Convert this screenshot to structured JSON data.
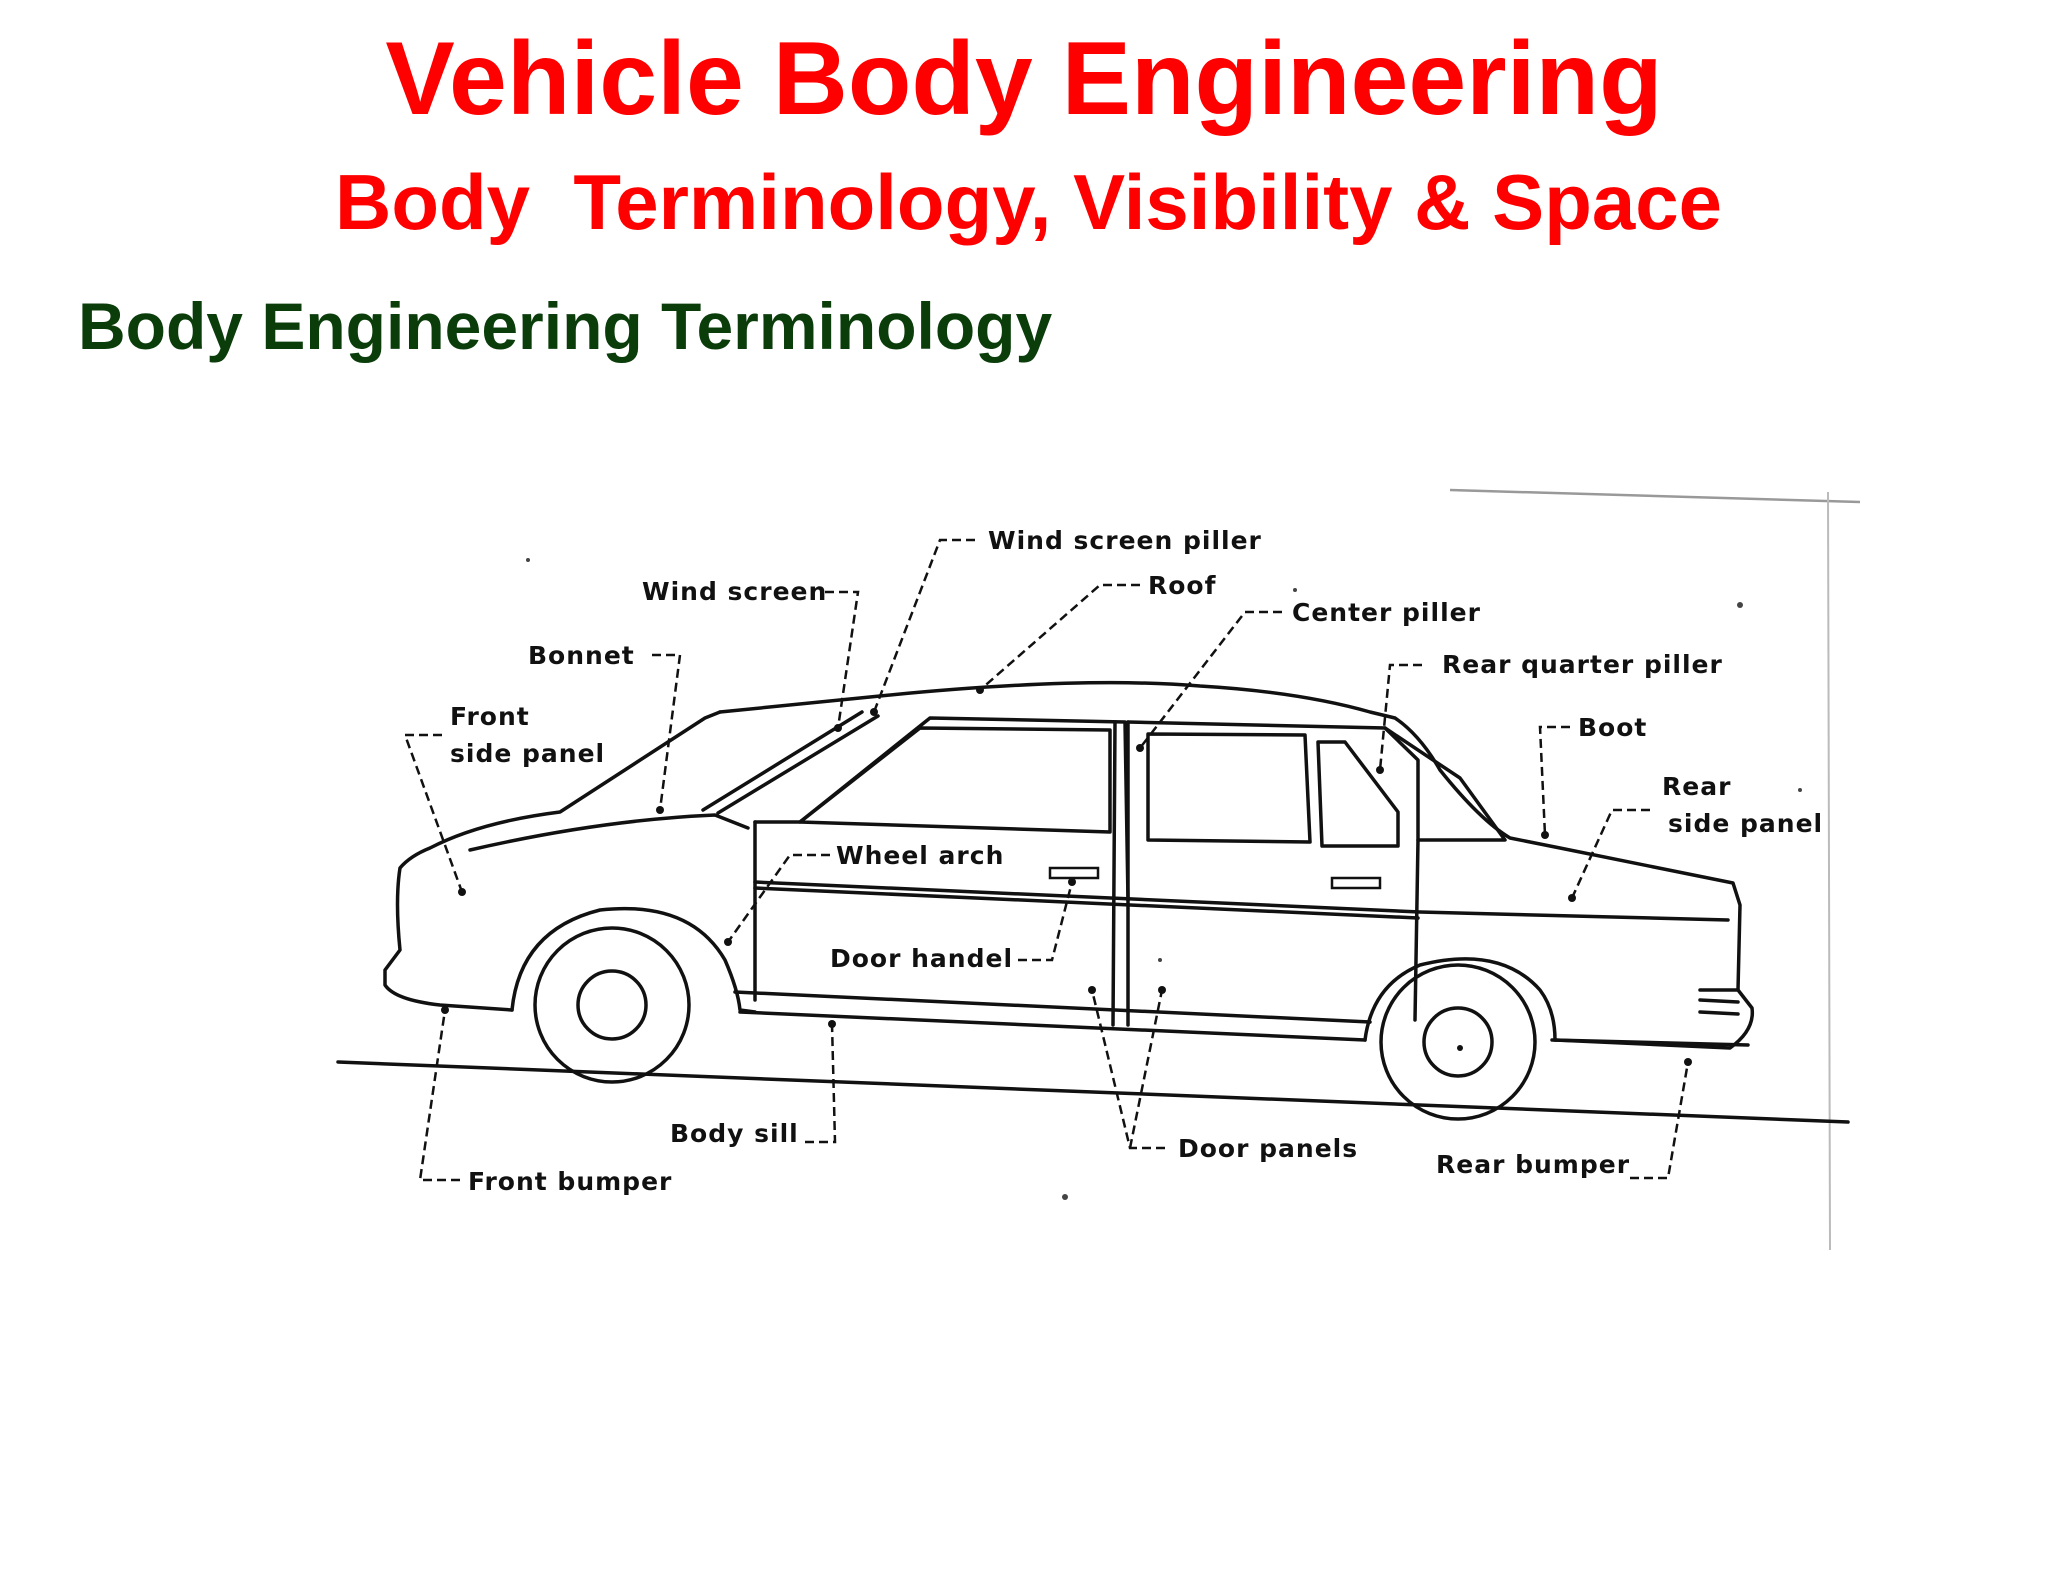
{
  "slide": {
    "title": "Vehicle Body Engineering",
    "subtitle": "Body  Terminology, Visibility & Space",
    "section_heading": "Body Engineering Terminology"
  },
  "diagram": {
    "labels": {
      "wind_screen_piller": "Wind screen piller",
      "roof": "Roof",
      "wind_screen": "Wind screen",
      "center_piller": "Center piller",
      "bonnet": "Bonnet",
      "rear_quarter_piller": "Rear quarter piller",
      "front_side_panel_1": "Front",
      "front_side_panel_2": "side panel",
      "boot": "Boot",
      "rear_side_panel_1": "Rear",
      "rear_side_panel_2": "side panel",
      "wheel_arch": "Wheel arch",
      "door_handel": "Door handel",
      "body_sill": "Body sill",
      "door_panels": "Door panels",
      "rear_bumper": "Rear bumper",
      "front_bumper": "Front bumper"
    }
  }
}
